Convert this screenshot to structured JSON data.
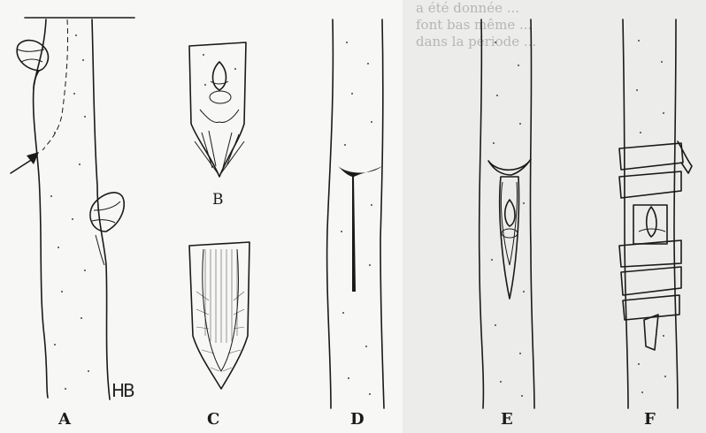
{
  "bleed_text": "a été donnée ...\nfont bas même ...\ndans la période ...",
  "panels": {
    "a": {
      "label": "A"
    },
    "b": {
      "label": "B"
    },
    "c": {
      "label": "C"
    },
    "d": {
      "label": "D"
    },
    "e": {
      "label": "E"
    },
    "f": {
      "label": "F"
    }
  },
  "signature": "HB"
}
